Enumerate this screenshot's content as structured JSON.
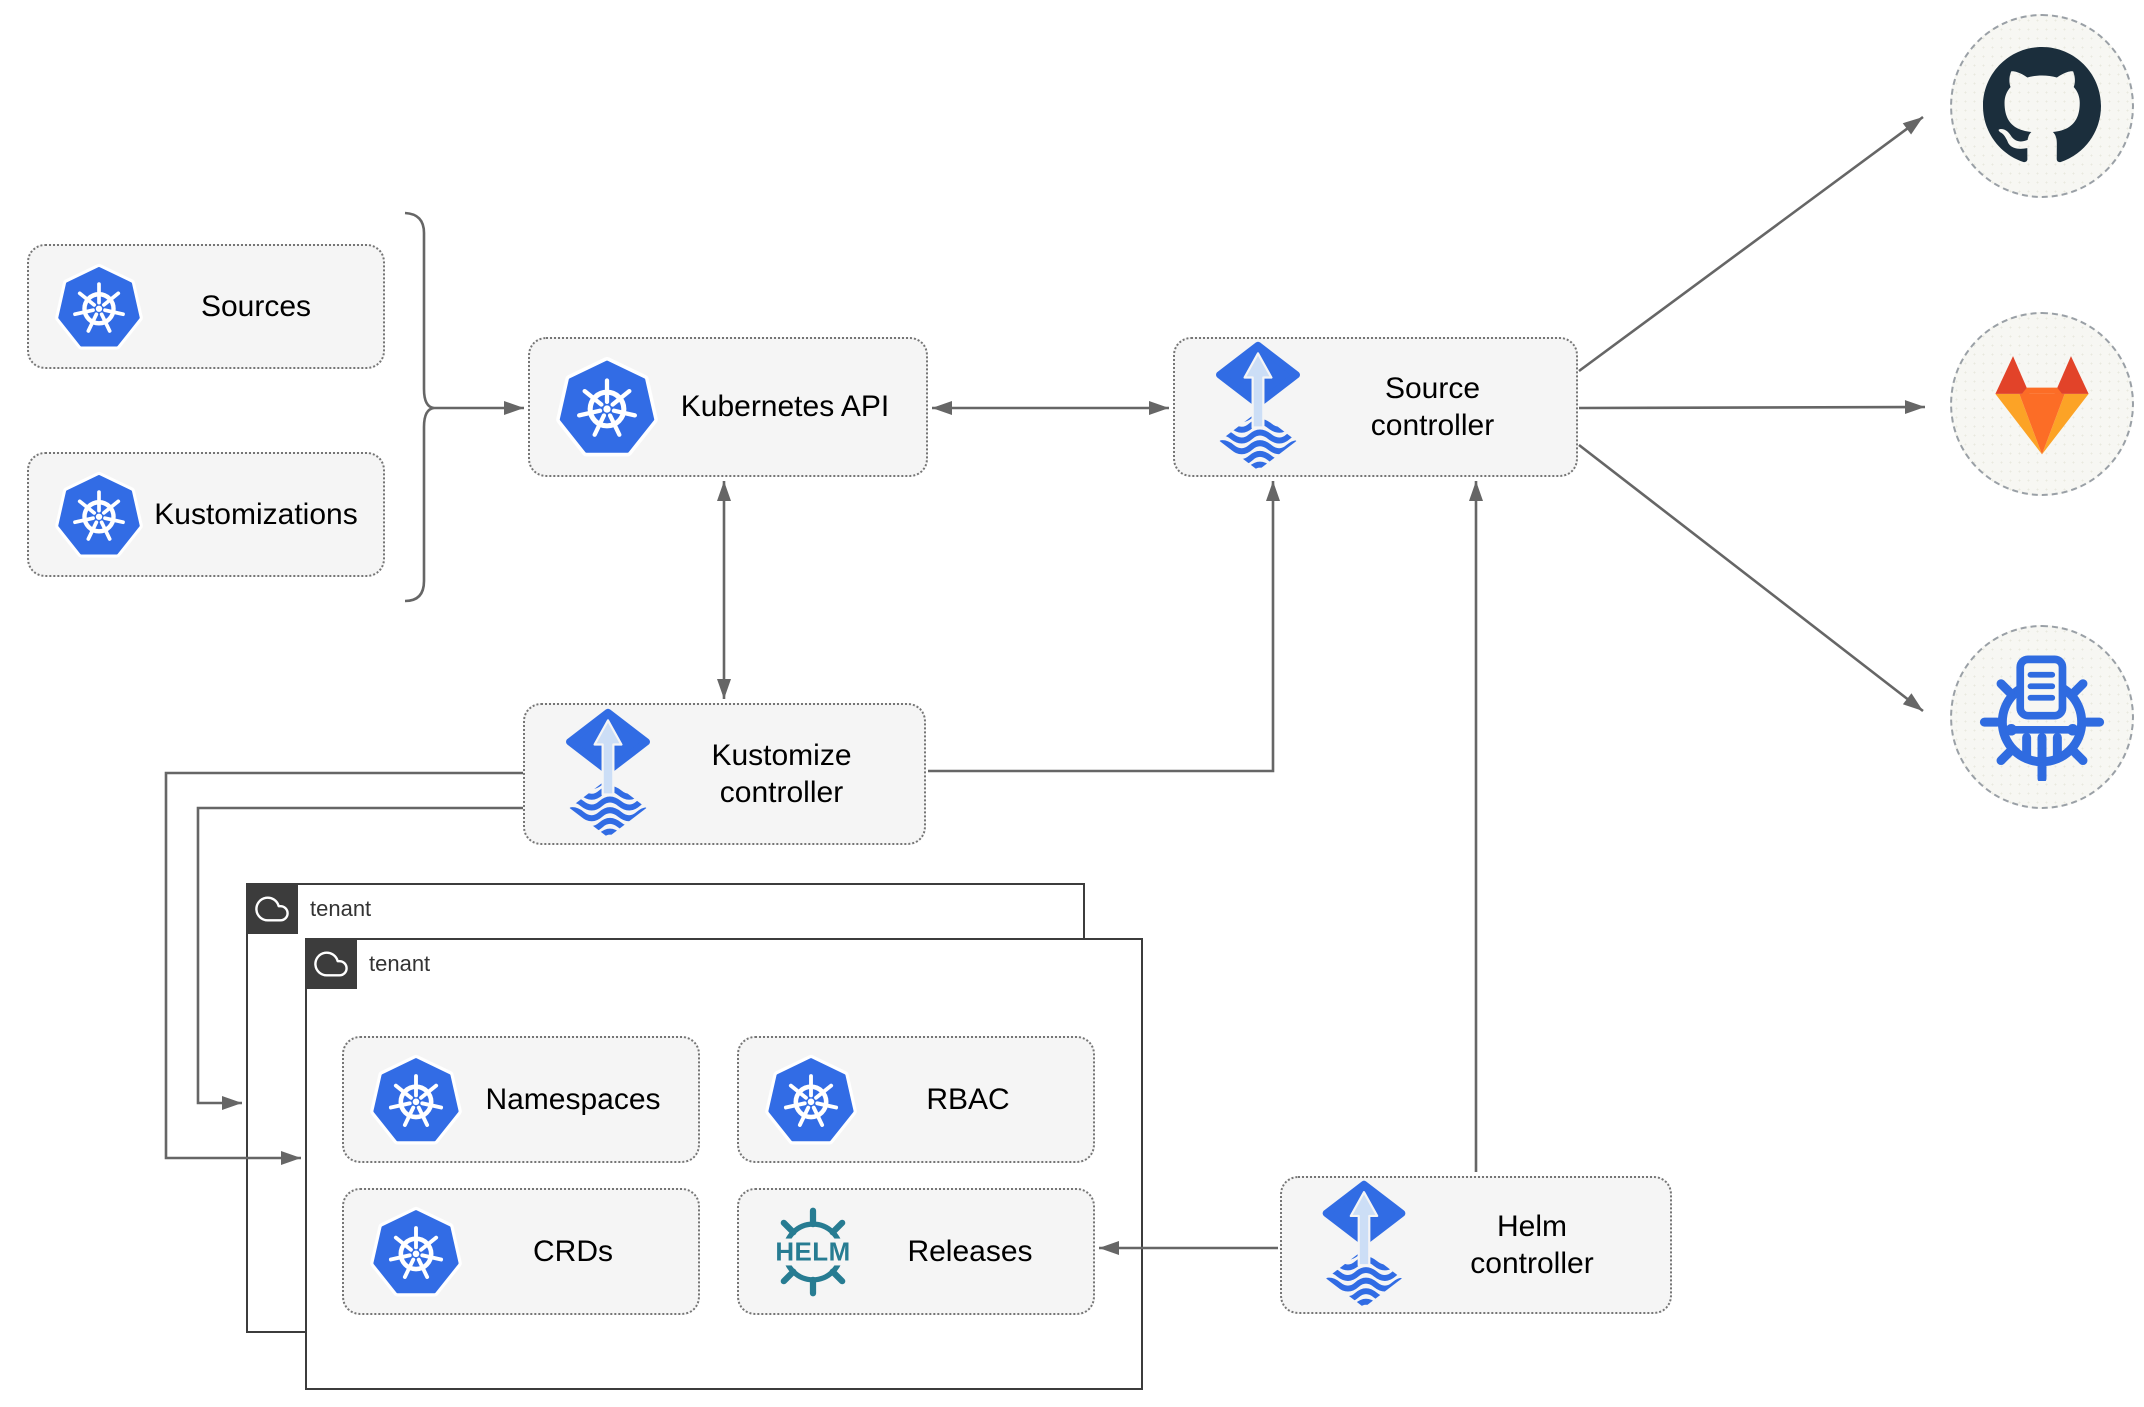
{
  "nodes": {
    "sources": {
      "label": "Sources",
      "icon": "kubernetes"
    },
    "kustomizations": {
      "label": "Kustomizations",
      "icon": "kubernetes"
    },
    "kubernetes_api": {
      "label": "Kubernetes API",
      "icon": "kubernetes"
    },
    "source_controller": {
      "label": "Source\ncontroller",
      "icon": "flux"
    },
    "kustomize_controller": {
      "label": "Kustomize\ncontroller",
      "icon": "flux"
    },
    "helm_controller": {
      "label": "Helm\ncontroller",
      "icon": "flux"
    },
    "namespaces": {
      "label": "Namespaces",
      "icon": "kubernetes"
    },
    "rbac": {
      "label": "RBAC",
      "icon": "kubernetes"
    },
    "crds": {
      "label": "CRDs",
      "icon": "kubernetes"
    },
    "releases": {
      "label": "Releases",
      "icon": "helm"
    }
  },
  "containers": {
    "tenant_outer": {
      "label": "tenant",
      "icon": "cloud"
    },
    "tenant_inner": {
      "label": "tenant",
      "icon": "cloud"
    }
  },
  "repos": {
    "github": {
      "icon": "github"
    },
    "gitlab": {
      "icon": "gitlab"
    },
    "chartmuseum": {
      "icon": "chartmuseum"
    }
  },
  "icons": {
    "helm_wordmark": "HELM"
  },
  "colors": {
    "kubernetes_blue": "#326ce5",
    "flux_blue": "#316ce4",
    "flux_arrow_light": "#ccdef6",
    "helm_teal": "#277c92",
    "github_dark": "#1b2e3c",
    "gitlab_red": "#e24329",
    "gitlab_orange": "#fc6d26",
    "gitlab_amber": "#fca326",
    "chartmuseum_blue": "#2f6be0",
    "connector_gray": "#666666",
    "node_fill": "#f5f5f5",
    "container_border": "#3c3c3c"
  }
}
